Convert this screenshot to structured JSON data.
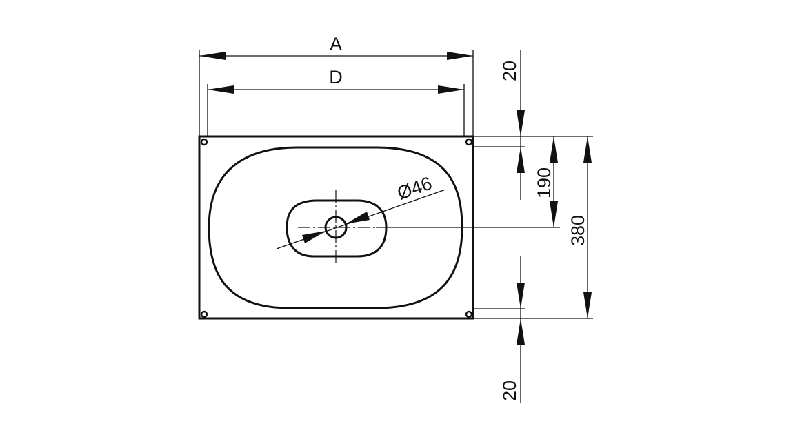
{
  "dimensions": {
    "overall_width_label": "A",
    "inner_width_label": "D",
    "top_offset": "20",
    "bottom_offset": "20",
    "half_depth": "190",
    "overall_depth": "380",
    "drain_diameter": "Ø46"
  }
}
